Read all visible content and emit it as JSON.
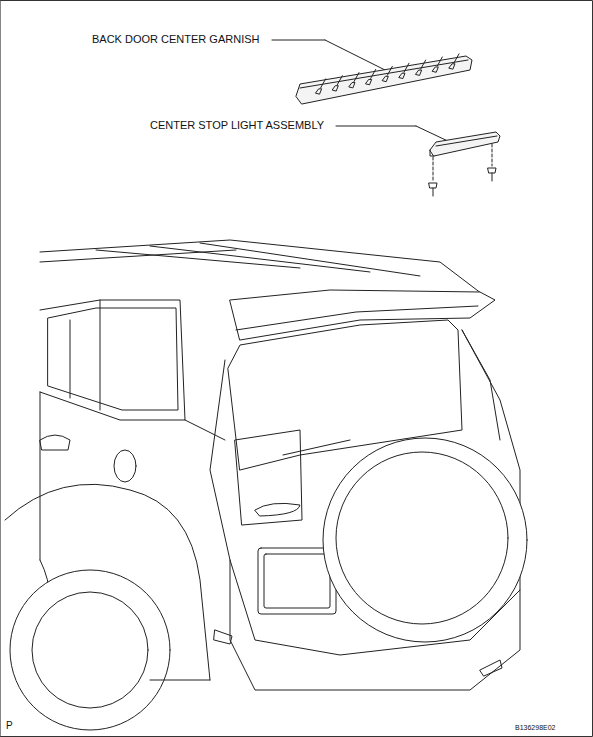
{
  "diagram": {
    "labels": [
      "BACK DOOR CENTER GARNISH",
      "CENTER STOP LIGHT ASSEMBLY",
      "P",
      "B136298E02"
    ]
  }
}
